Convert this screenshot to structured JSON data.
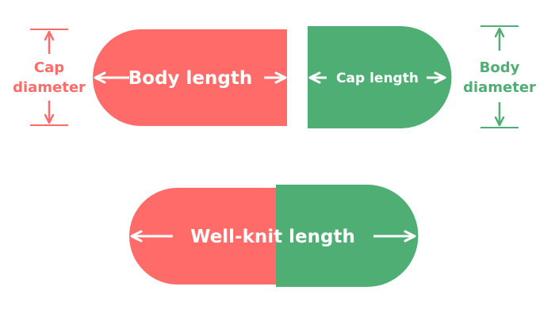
{
  "colors": {
    "red": "#fe6b69",
    "green": "#4fae73",
    "background": "#ffffff",
    "label_light": "#ffffff"
  },
  "top_left": {
    "side_label_line1": "Cap",
    "side_label_line2": "diameter",
    "part_label": "Body length"
  },
  "top_right": {
    "part_label": "Cap length",
    "side_label_line1": "Body",
    "side_label_line2": "diameter"
  },
  "bottom": {
    "part_label": "Well-knit length"
  }
}
